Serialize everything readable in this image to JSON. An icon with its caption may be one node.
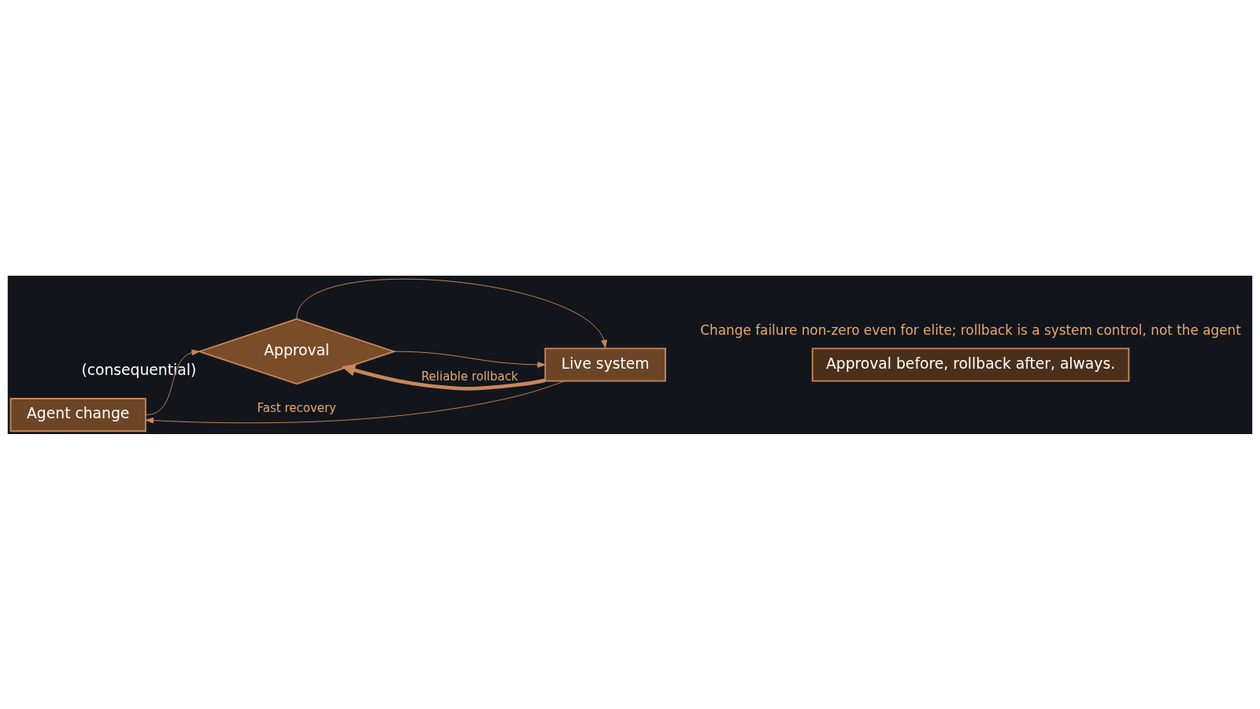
{
  "diagram": {
    "nodes": [
      {
        "text": [
          "Agent change"
        ]
      },
      {
        "text": [
          "Approval"
        ],
        "beside": [
          "(consequential)"
        ]
      },
      {
        "text": [
          "Live system"
        ]
      },
      {
        "text": [
          "Approval before, rollback after, always."
        ]
      }
    ],
    "edges": [
      {
        "from": 0,
        "to": 1,
        "arrow": "to"
      },
      {
        "from": 1,
        "to": 2,
        "arrow": "to"
      },
      {
        "from": 1,
        "to": 2,
        "arrow": "to"
      },
      {
        "from": 2,
        "to": 1,
        "arrow": "to",
        "label": "Reliable rollback",
        "style": "thick"
      },
      {
        "from": 2,
        "to": 0,
        "arrow": "to",
        "label": "Fast recovery"
      }
    ],
    "labels": [
      "Change failure non-zero even for elite; rollback is a system control, not the agent"
    ]
  }
}
